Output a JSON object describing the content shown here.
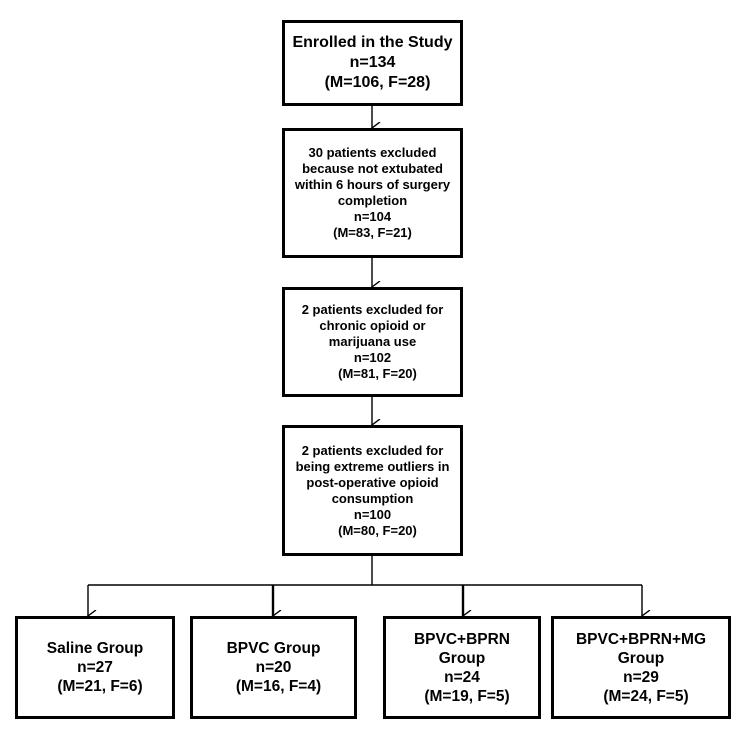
{
  "enrolled": {
    "title": "Enrolled in the Study",
    "n": "n=134",
    "split": "(M=106, F=28)"
  },
  "exclusion_1": {
    "line1": "30 patients excluded",
    "line2": "because not extubated",
    "line3": "within 6 hours of surgery",
    "line4": "completion",
    "n": "n=104",
    "split": "(M=83, F=21)"
  },
  "exclusion_2": {
    "line1": "2 patients excluded for",
    "line2": "chronic opioid or",
    "line3": "marijuana use",
    "n": "n=102",
    "split": "(M=81, F=20)"
  },
  "exclusion_3": {
    "line1": "2 patients excluded for",
    "line2": "being extreme outliers in",
    "line3": "post-operative opioid",
    "line4": "consumption",
    "n": "n=100",
    "split": "(M=80, F=20)"
  },
  "groups": [
    {
      "name": "Saline Group",
      "n": "n=27",
      "split": "(M=21, F=6)"
    },
    {
      "name": "BPVC Group",
      "n": "n=20",
      "split": "(M=16, F=4)"
    },
    {
      "name_line1": "BPVC+BPRN",
      "name_line2": "Group",
      "n": "n=24",
      "split": "(M=19, F=5)"
    },
    {
      "name_line1": "BPVC+BPRN+MG",
      "name_line2": "Group",
      "n": "n=29",
      "split": "(M=24, F=5)"
    }
  ]
}
